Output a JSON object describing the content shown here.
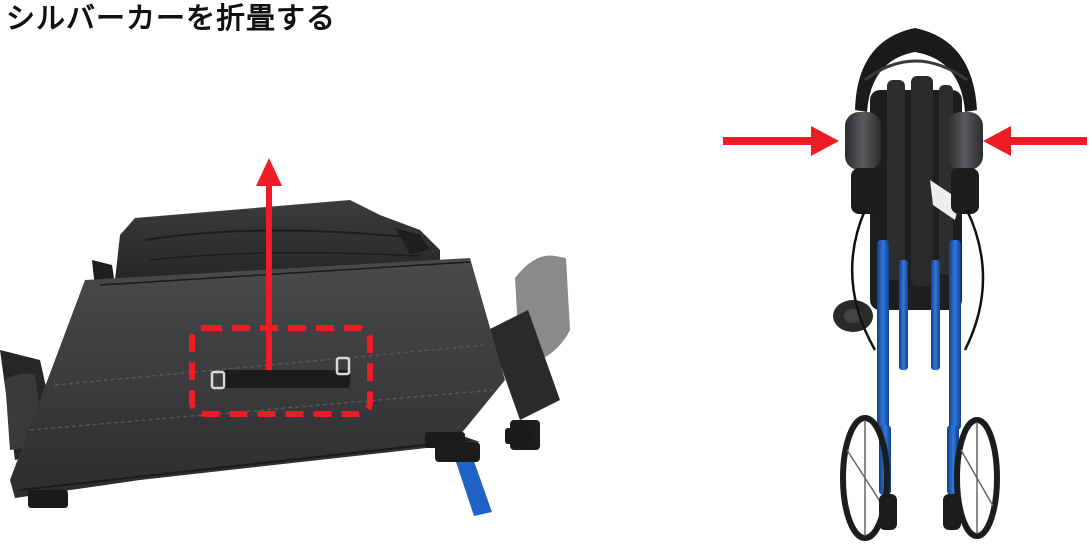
{
  "page": {
    "title": "シルバーカーを折畳する"
  },
  "colors": {
    "arrow": "#ee1c25",
    "highlight_box": "#ee1c25",
    "fabric": "#3a3a3c",
    "frame": "#1f63c6",
    "text": "#111111"
  },
  "figures": [
    {
      "name": "seat-bag-photo",
      "annotations": [
        "up-arrow-icon",
        "dashed-highlight-box"
      ]
    },
    {
      "name": "folded-walker-photo",
      "annotations": [
        "right-pointing-arrow-icon",
        "left-pointing-arrow-icon"
      ]
    }
  ]
}
